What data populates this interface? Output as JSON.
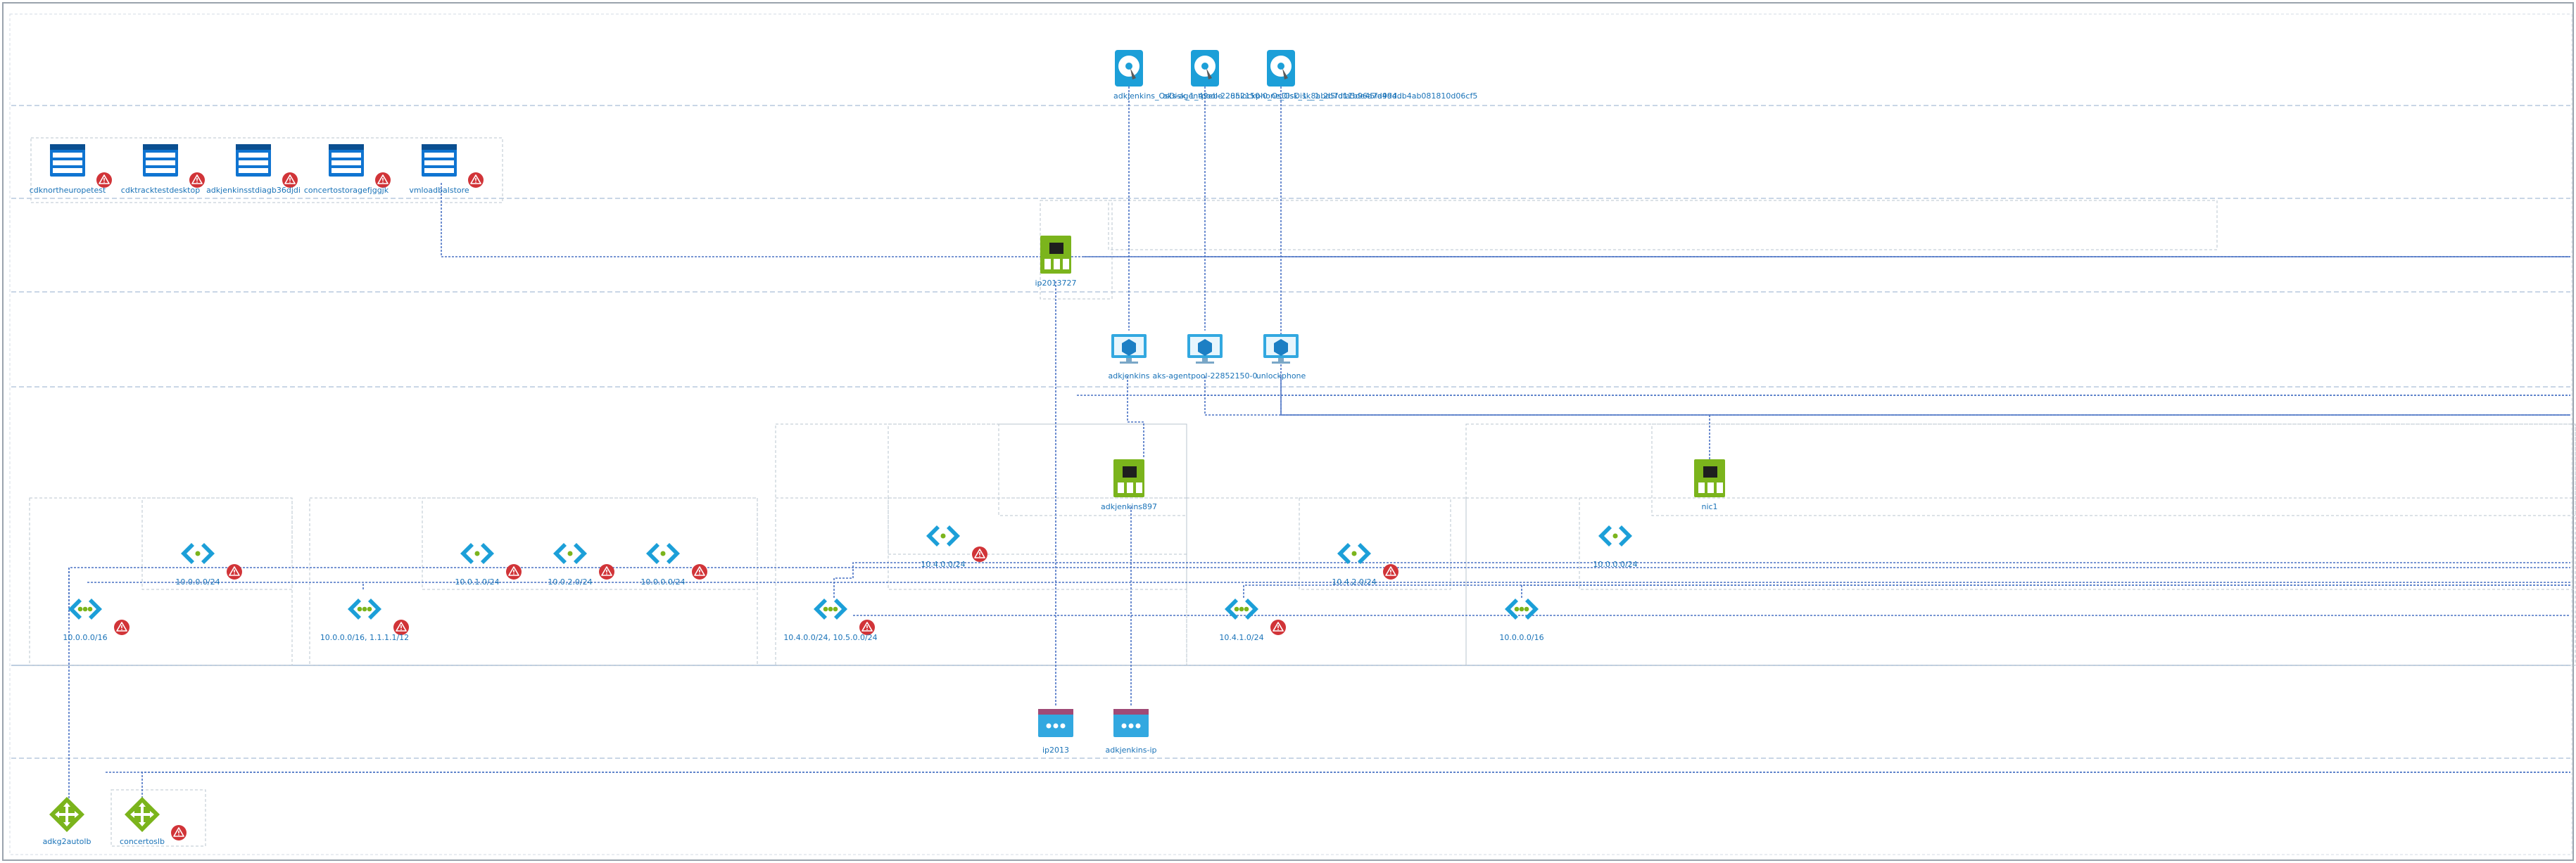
{
  "colors": {
    "label": "#1a73b8",
    "storage_blue": "#0f74d1",
    "nic_green": "#7bb41c",
    "disk_blue": "#1c9fd8",
    "vm_blue": "#32a8e0",
    "vnet_cyan": "#1c9fd8",
    "vnet_dots": "#7bb41c",
    "gateway_green": "#7bb41c",
    "warning_red": "#d13438",
    "edge": "#4a72c4"
  },
  "disks": [
    {
      "label": "adkjenkins_OsDisk_1_49ebe..."
    },
    {
      "label": "aks-agentpool-22852150-0_OsDisk_1_8aba5fdfa5de45fa9dd..."
    },
    {
      "label": "unlockphone_OsDisk_1_2b7d11b96a7d494db4ab081810d06cf5"
    }
  ],
  "storage_accounts": [
    {
      "label": "cdknortheuropetest",
      "warning": true
    },
    {
      "label": "cdktracktestdesktop",
      "warning": true
    },
    {
      "label": "adkjenkinsstdiagb36djdi",
      "warning": true
    },
    {
      "label": "concertostoragefjggjk",
      "warning": true
    },
    {
      "label": "vmloadbalstore",
      "warning": true
    }
  ],
  "nics": [
    {
      "label": "ip2013727"
    },
    {
      "label": "adkjenkins897"
    },
    {
      "label": "nic1"
    }
  ],
  "vms": [
    {
      "label": "adkjenkins"
    },
    {
      "label": "aks-agentpool-22852150-0"
    },
    {
      "label": "unlockphone"
    }
  ],
  "subnets": [
    {
      "label": "10.0.0.0/24",
      "warning": true
    },
    {
      "label": "10.0.1.0/24",
      "warning": true
    },
    {
      "label": "10.0.2.0/24",
      "warning": true
    },
    {
      "label": "10.0.0.0/24",
      "warning": true
    },
    {
      "label": "10.4.0.0/24",
      "warning": true
    },
    {
      "label": "10.4.2.0/24",
      "warning": true
    },
    {
      "label": "10.0.0.0/24",
      "warning": false
    }
  ],
  "vnets": [
    {
      "label": "10.0.0.0/16",
      "warning": true
    },
    {
      "label": "10.0.0.0/16, 1.1.1.1/12",
      "warning": true
    },
    {
      "label": "10.4.0.0/24, 10.5.0.0/24",
      "warning": true
    },
    {
      "label": "10.4.1.0/24",
      "warning": true
    },
    {
      "label": "10.0.0.0/16",
      "warning": false
    }
  ],
  "public_ips": [
    {
      "label": "ip2013"
    },
    {
      "label": "adkjenkins-ip"
    }
  ],
  "app_gateways": [
    {
      "label": "adkg2autolb",
      "warning": false
    },
    {
      "label": "concertoslb",
      "warning": true
    }
  ]
}
